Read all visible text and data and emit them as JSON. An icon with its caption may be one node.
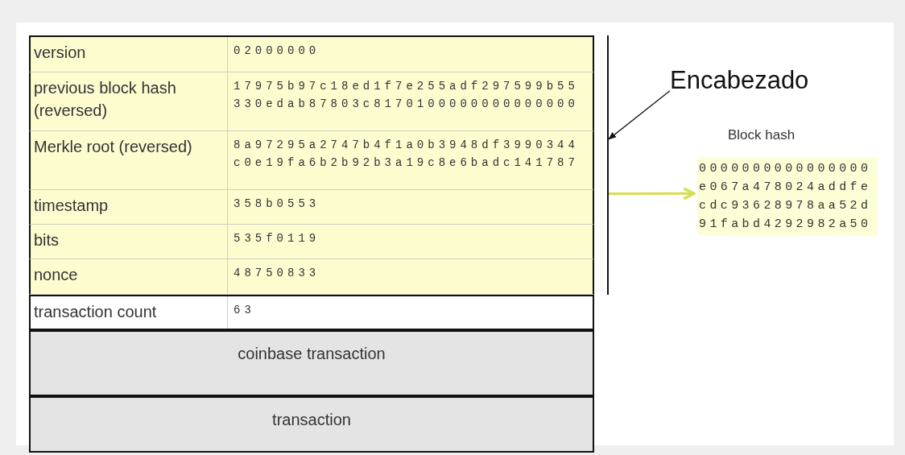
{
  "diagram": {
    "nodes": [
      {
        "text": [],
        "shape": "box"
      },
      {
        "text": [
          "version",
          "02000000"
        ],
        "in": 0
      },
      {
        "text": [
          "previous block hash (reversed)",
          "17975b97c18ed1f7e255adf297599b55 330edab87803c8170100000000000000"
        ],
        "in": 0
      },
      {
        "text": [
          "Merkle root (reversed)",
          "8a97295a2747b4f1a0b3948df3990344 c0e19fa6b2b92b3a19c8e6badc141787"
        ],
        "in": 0
      },
      {
        "text": [
          "timestamp",
          "358b0553"
        ],
        "in": 0
      },
      {
        "text": [
          "bits",
          "535f0119"
        ],
        "in": 0
      },
      {
        "text": [
          "nonce",
          "48750833"
        ],
        "in": 0
      },
      {
        "text": [
          "transaction count",
          "63"
        ]
      },
      {
        "text": [
          "coinbase transaction"
        ]
      },
      {
        "text": [
          "transaction"
        ]
      },
      {
        "text": [
          "Encabezado"
        ]
      },
      {
        "text": [
          "Block hash",
          "0000000000000000 e067a478024addfe cdc93628978aa52d 91fabd4292982a50"
        ]
      }
    ],
    "edges": [
      {
        "from": 10,
        "to": 0,
        "arrow": "to"
      },
      {
        "from": 0,
        "to": 11,
        "arrow": "to",
        "style": "thick",
        "color": "#d6dd4f"
      }
    ]
  }
}
